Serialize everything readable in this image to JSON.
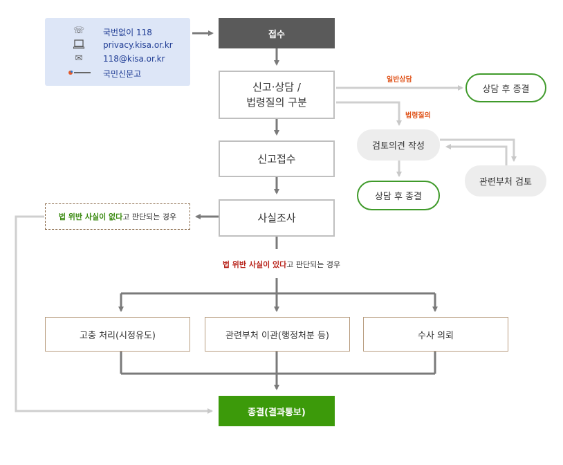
{
  "contact": {
    "items": [
      {
        "icon": "phone-icon",
        "text": "국번없이 118"
      },
      {
        "icon": "computer-icon",
        "text": "privacy.kisa.or.kr"
      },
      {
        "icon": "mail-icon",
        "text": "118@kisa.or.kr"
      },
      {
        "icon": "sinmungo-logo-icon",
        "text": "국민신문고"
      }
    ]
  },
  "flow": {
    "reception": "접수",
    "classify_line1": "신고·상담 /",
    "classify_line2": "법령질의 구분",
    "report_reception": "신고접수",
    "investigation": "사실조사",
    "final": "종결(결과통보)"
  },
  "branch": {
    "general_label": "일반상담",
    "consult_end_top": "상담 후 종결",
    "legal_label": "법령질의",
    "review_opinion": "검토의견 작성",
    "dept_review": "관련부처 검토",
    "consult_end_bottom": "상담 후 종결"
  },
  "no_violation": {
    "highlight": "법 위반 사실이 없다",
    "rest": "고 판단되는 경우"
  },
  "violation": {
    "highlight": "법 위반 사실이 있다",
    "rest": "고 판단되는 경우"
  },
  "outcomes": {
    "correction": "고충 처리(시정유도)",
    "transfer": "관련부처 이관(행정처분 등)",
    "investigation": "수사 의뢰"
  }
}
